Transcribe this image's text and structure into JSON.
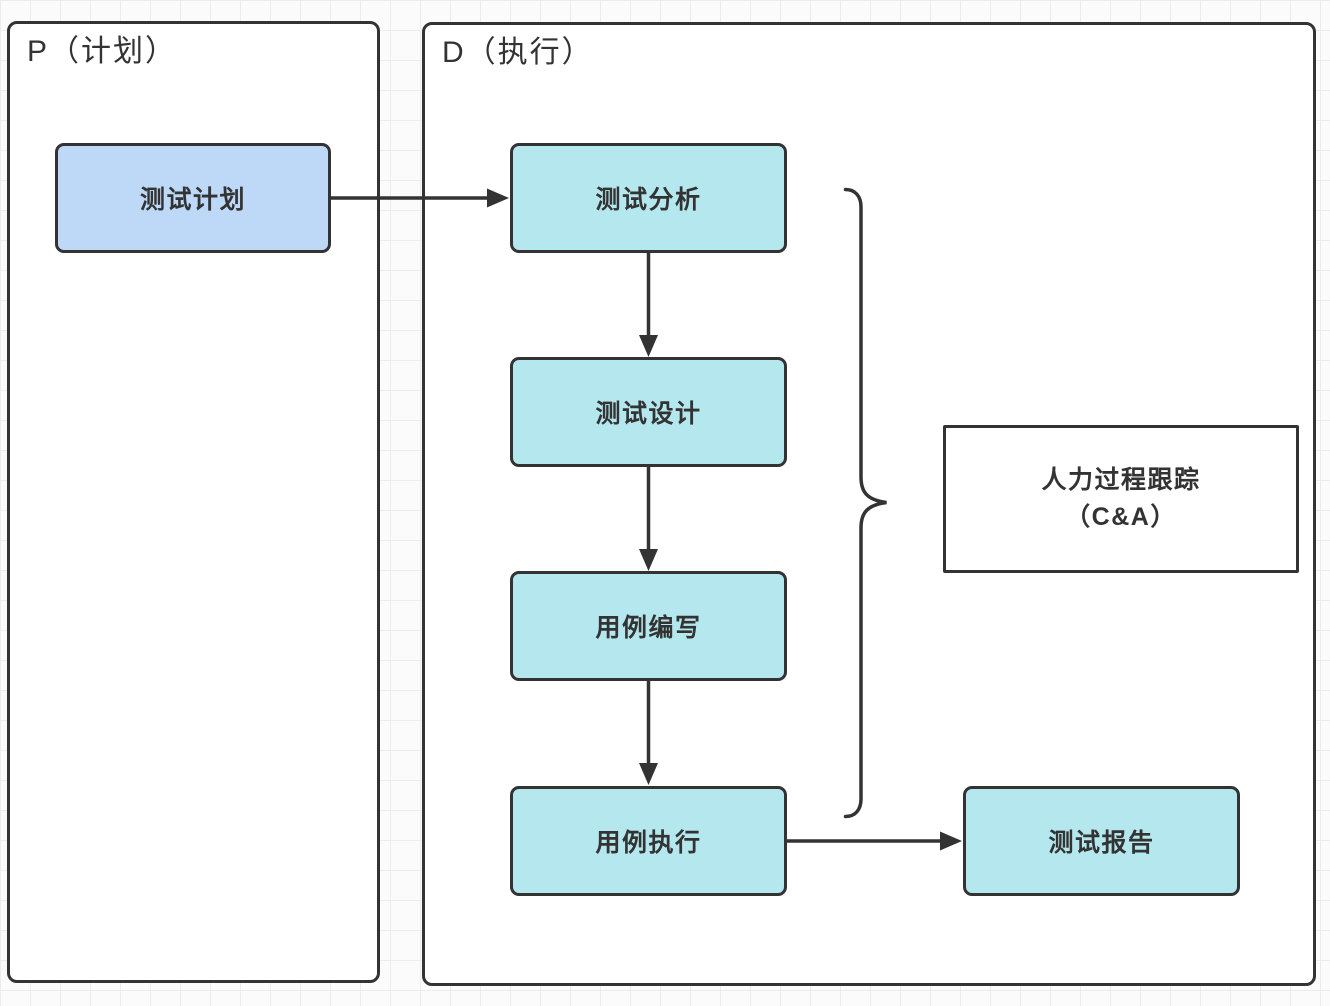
{
  "plan_frame": {
    "title": "P（计划）"
  },
  "do_frame": {
    "title": "D（执行）"
  },
  "nodes": {
    "test_plan": {
      "label": "测试计划"
    },
    "test_analysis": {
      "label": "测试分析"
    },
    "test_design": {
      "label": "测试设计"
    },
    "case_writing": {
      "label": "用例编写"
    },
    "case_execution": {
      "label": "用例执行"
    },
    "test_report": {
      "label": "测试报告"
    },
    "process_tracking": {
      "line1": "人力过程跟踪",
      "line2": "（C&A）"
    }
  },
  "connectors": [
    {
      "from": "test_plan",
      "to": "test_analysis",
      "type": "arrow"
    },
    {
      "from": "test_analysis",
      "to": "test_design",
      "type": "arrow"
    },
    {
      "from": "test_design",
      "to": "case_writing",
      "type": "arrow"
    },
    {
      "from": "case_writing",
      "to": "case_execution",
      "type": "arrow"
    },
    {
      "from": "case_execution",
      "to": "test_report",
      "type": "arrow"
    },
    {
      "from": "do-column",
      "to": "process_tracking",
      "type": "curly-brace"
    }
  ],
  "colors": {
    "plan_node_fill": "#BDD9F7",
    "do_node_fill": "#B4E8EE",
    "node_border": "#333333",
    "connector": "#333333",
    "frame_fill": "#FFFFFF",
    "grid_line": "#ECECEC",
    "canvas_bg": "#FBFBFB"
  }
}
